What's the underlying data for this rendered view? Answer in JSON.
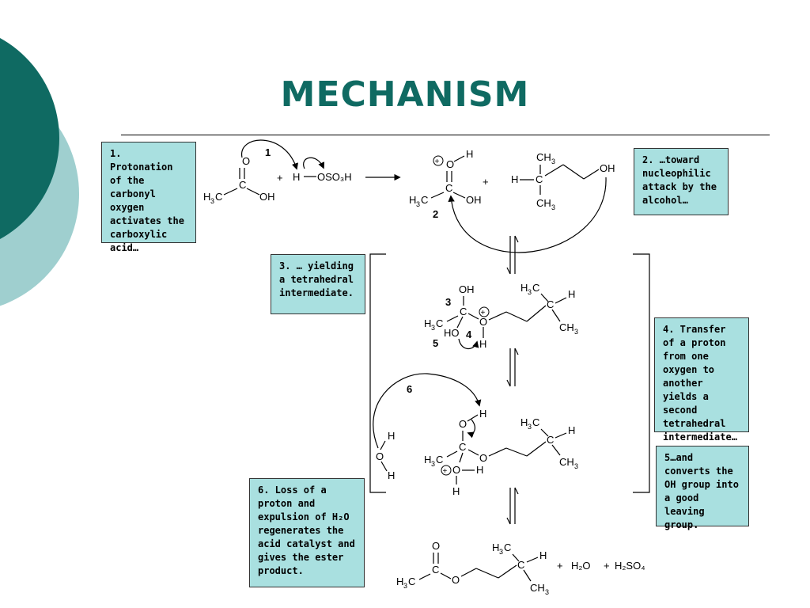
{
  "slide": {
    "title": "MECHANISM",
    "accent_dark": "#0f6a62",
    "accent_light": "#9fcfcf",
    "box_fill": "#a9e0e0"
  },
  "notes": [
    "1. Protonation of the carbonyl oxygen activates the carboxylic acid…",
    "2. …toward nucleophilic attack by the alcohol…",
    "3. … yielding a tetrahedral intermediate.",
    "4.  Transfer of a proton from one oxygen to another yields a second tetrahedral intermediate…",
    "5…and converts the OH group into a good leaving group.",
    "6. Loss of a proton and expulsion of H₂O regenerates the acid catalyst and gives the ester product."
  ],
  "step_numbers": [
    "1",
    "2",
    "3",
    "4",
    "5",
    "6"
  ],
  "reaction": {
    "reagent_acid": "OSO₃H",
    "byproducts": [
      "H₂O",
      "H₂SO₄"
    ],
    "plus": "+"
  }
}
